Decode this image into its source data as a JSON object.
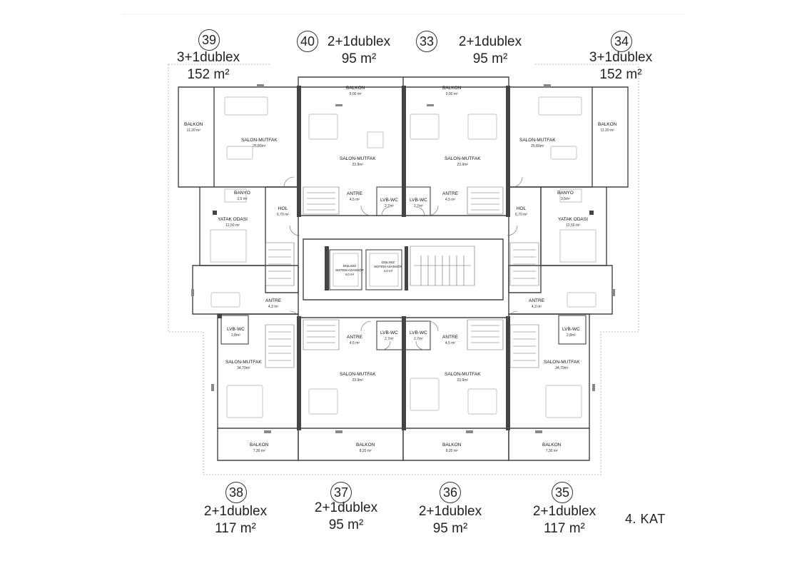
{
  "floor_label": "4. KAT",
  "units": [
    {
      "no": "39",
      "type": "3+1dublex",
      "area": "152 m²"
    },
    {
      "no": "40",
      "type": "2+1dublex",
      "area": "95 m²"
    },
    {
      "no": "33",
      "type": "2+1dublex",
      "area": "95 m²"
    },
    {
      "no": "34",
      "type": "3+1dublex",
      "area": "152 m²"
    },
    {
      "no": "38",
      "type": "2+1dublex",
      "area": "117 m²"
    },
    {
      "no": "37",
      "type": "2+1dublex",
      "area": "95 m²"
    },
    {
      "no": "36",
      "type": "2+1dublex",
      "area": "95 m²"
    },
    {
      "no": "35",
      "type": "2+1dublex",
      "area": "117 m²"
    }
  ],
  "rooms": {
    "balkon_tl": {
      "name": "BALKON",
      "area": "11.20 m²"
    },
    "balkon_t1": {
      "name": "BALKON",
      "area": "9,00 m²"
    },
    "balkon_t2": {
      "name": "BALKON",
      "area": "9,00 m²"
    },
    "balkon_tr": {
      "name": "BALKON",
      "area": "11.20 m²"
    },
    "salon_tl": {
      "name": "SALON-MUTFAK",
      "area": "25,80m²"
    },
    "salon_t1": {
      "name": "SALON-MUTFAK",
      "area": "23.9m²"
    },
    "salon_t2": {
      "name": "SALON-MUTFAK",
      "area": "23.9m²"
    },
    "salon_tr": {
      "name": "SALON-MUTFAK",
      "area": "25,80m²"
    },
    "banyo_l": {
      "name": "BANYO",
      "area": "3,5 m²"
    },
    "banyo_r": {
      "name": "BANYO",
      "area": "3,5m²"
    },
    "hol_l": {
      "name": "HOL",
      "area": "6,70 m²"
    },
    "hol_r": {
      "name": "HOL",
      "area": "6,70 m²"
    },
    "yatak_l": {
      "name": "YATAK ODASI",
      "area": "12,50 m²"
    },
    "yatak_r": {
      "name": "YATAK ODASI",
      "area": "12,50 m²"
    },
    "antre_t1": {
      "name": "ANTRE",
      "area": "4,5 m²"
    },
    "antre_t2": {
      "name": "ANTRE",
      "area": "4,5 m²"
    },
    "lvb_t1": {
      "name": "LVB-WC",
      "area": "2,7m²"
    },
    "lvb_t2": {
      "name": "LVB-WC",
      "area": "2,7m²"
    },
    "antre_ml": {
      "name": "ANTRE",
      "area": "4,3 m²"
    },
    "antre_mr": {
      "name": "ANTRE",
      "area": "4,3 m²"
    },
    "lvb_bl": {
      "name": "LVB-WC",
      "area": "2,8m²"
    },
    "lvb_br": {
      "name": "LVB-WC",
      "area": "2,8m²"
    },
    "antre_b1": {
      "name": "ANTRE",
      "area": "4,5 m²"
    },
    "antre_b2": {
      "name": "ANTRE",
      "area": "4,5 m²"
    },
    "lvb_b1": {
      "name": "LVB-WC",
      "area": "2,7m²"
    },
    "lvb_b2": {
      "name": "LVB-WC",
      "area": "2,7m²"
    },
    "salon_bl": {
      "name": "SALON-MUTFAK",
      "area": "34,70m²"
    },
    "salon_b1": {
      "name": "SALON-MUTFAK",
      "area": "23.9m²"
    },
    "salon_b2": {
      "name": "SALON-MUTFAK",
      "area": "23.9m²"
    },
    "salon_br": {
      "name": "SALON-MUTFAK",
      "area": "34,70m²"
    },
    "balkon_bl": {
      "name": "BALKON",
      "area": "7,30 m²"
    },
    "balkon_b1": {
      "name": "BALKON",
      "area": "8,20 m²"
    },
    "balkon_b2": {
      "name": "BALKON",
      "area": "8,20 m²"
    },
    "balkon_br": {
      "name": "BALKON",
      "area": "7,30 m²"
    }
  },
  "elevators": [
    {
      "line1": "DIŞLISIZ",
      "line2": "SISTEM ASANSÖR",
      "line3": "4,0 m²"
    },
    {
      "line1": "DIŞLISIZ",
      "line2": "SISTEM ASANSÖR",
      "line3": "4,0 m²"
    }
  ]
}
